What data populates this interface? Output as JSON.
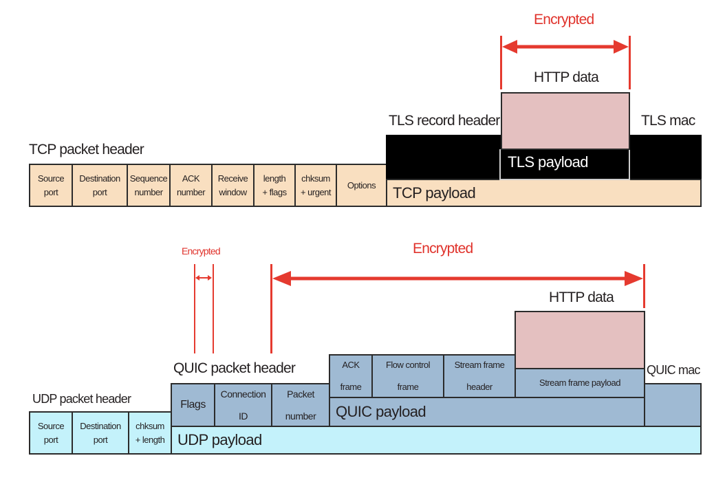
{
  "colors": {
    "tcp_header": "#f9dfc0",
    "tls": "#000000",
    "http_data": "#e4c0c0",
    "quic": "#9fbad3",
    "udp": "#c4f2fb",
    "encrypted": "#e0332c"
  },
  "tcp": {
    "header_label": "TCP packet header",
    "fields": [
      "Source\nport",
      "Destination\nport",
      "Sequence\nnumber",
      "ACK\nnumber",
      "Receive\nwindow",
      "length\n+ flags",
      "chksum\n+ urgent",
      "Options"
    ],
    "payload_label": "TCP payload",
    "tls_record_header_label": "TLS record header",
    "tls_mac_label": "TLS mac",
    "tls_payload_label": "TLS payload",
    "http_data_label": "HTTP data",
    "encrypted_label": "Encrypted"
  },
  "quic": {
    "udp_header_label": "UDP packet header",
    "udp_fields": [
      "Source\nport",
      "Destination\nport",
      "chksum\n+ length"
    ],
    "udp_payload_label": "UDP payload",
    "quic_header_label": "QUIC packet header",
    "quic_header_fields": [
      "Flags",
      "Connection\nID",
      "Packet\nnumber"
    ],
    "frames": [
      "ACK\nframe",
      "Flow control\nframe",
      "Stream frame\nheader",
      "Stream frame payload"
    ],
    "quic_payload_label": "QUIC payload",
    "quic_mac_label": "QUIC mac",
    "http_data_label": "HTTP data",
    "encrypted_small_label": "Encrypted",
    "encrypted_label": "Encrypted"
  }
}
